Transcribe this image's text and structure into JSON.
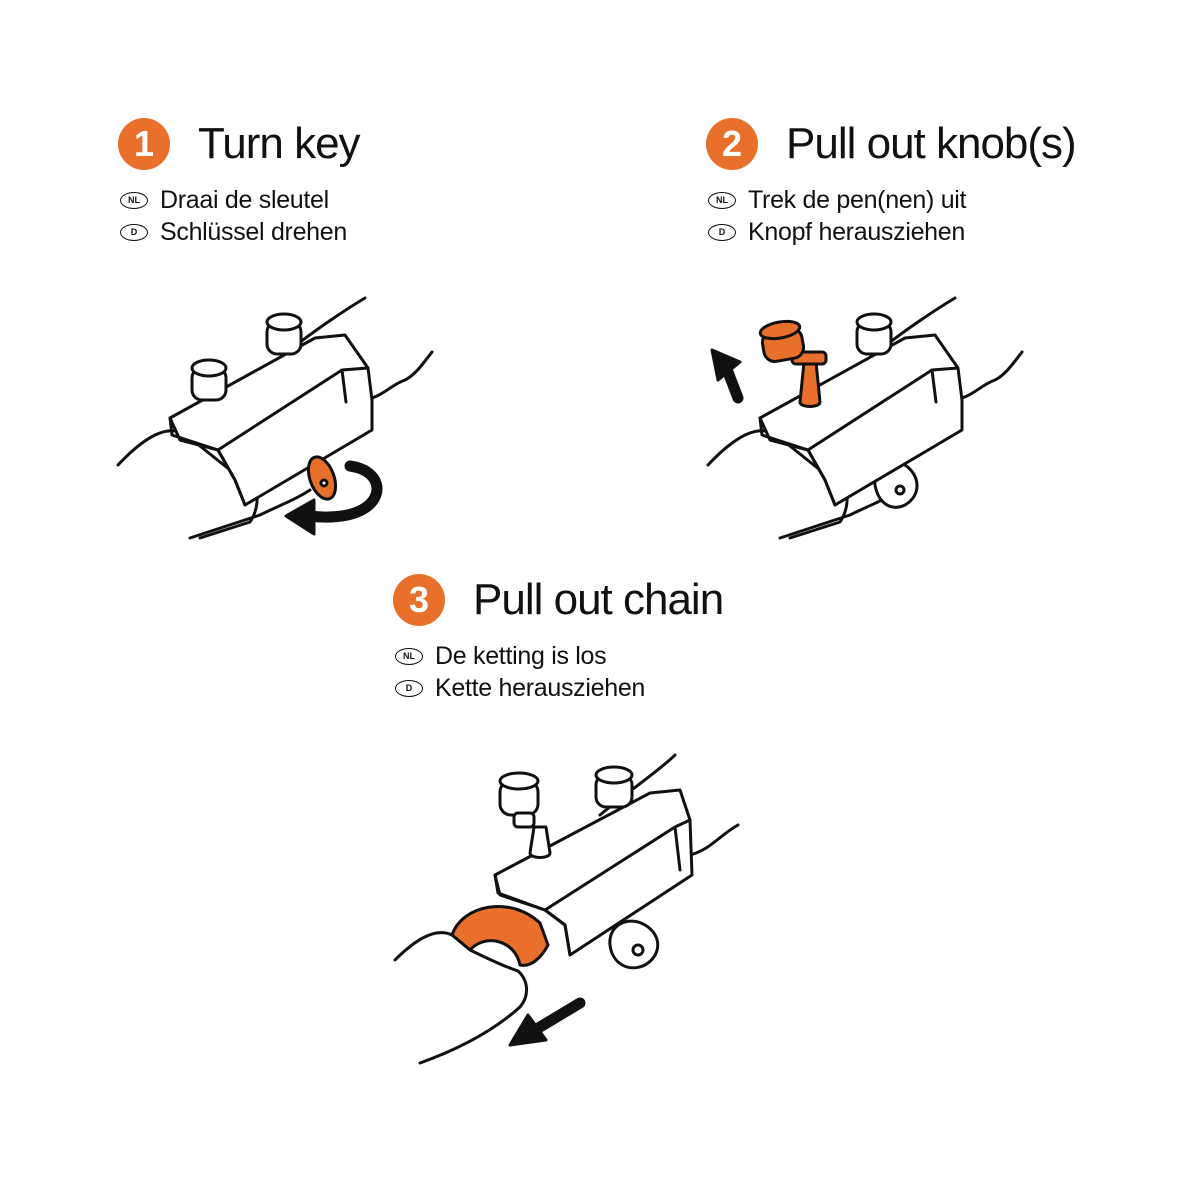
{
  "colors": {
    "accent": "#e8702a",
    "ink": "#111111",
    "background": "#ffffff"
  },
  "steps": [
    {
      "number": "1",
      "title": "Turn key",
      "translations": [
        {
          "code": "NL",
          "text": "Draai de sleutel"
        },
        {
          "code": "D",
          "text": "Schlüssel drehen"
        }
      ]
    },
    {
      "number": "2",
      "title": "Pull out knob(s)",
      "translations": [
        {
          "code": "NL",
          "text": "Trek de pen(nen) uit"
        },
        {
          "code": "D",
          "text": "Knopf herausziehen"
        }
      ]
    },
    {
      "number": "3",
      "title": "Pull out chain",
      "translations": [
        {
          "code": "NL",
          "text": "De ketting is los"
        },
        {
          "code": "D",
          "text": "Kette herausziehen"
        }
      ]
    }
  ],
  "icons": [
    "rotate-arrow-icon",
    "up-arrow-icon",
    "down-left-arrow-icon"
  ]
}
